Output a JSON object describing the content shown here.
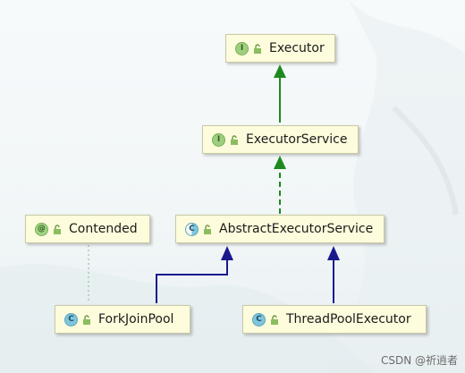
{
  "nodes": [
    {
      "id": "executor",
      "kind": "interface",
      "badge": "I",
      "label": "Executor"
    },
    {
      "id": "executor-service",
      "kind": "interface",
      "badge": "I",
      "label": "ExecutorService"
    },
    {
      "id": "contended",
      "kind": "annotation",
      "badge": "@",
      "label": "Contended"
    },
    {
      "id": "abstract-executor-service",
      "kind": "abstract-class",
      "badge": "C",
      "label": "AbstractExecutorService"
    },
    {
      "id": "fork-join-pool",
      "kind": "class",
      "badge": "C",
      "label": "ForkJoinPool"
    },
    {
      "id": "thread-pool-executor",
      "kind": "class",
      "badge": "C",
      "label": "ThreadPoolExecutor"
    }
  ],
  "edges": [
    {
      "from": "executor-service",
      "to": "executor",
      "type": "extends"
    },
    {
      "from": "abstract-executor-service",
      "to": "executor-service",
      "type": "implements"
    },
    {
      "from": "fork-join-pool",
      "to": "abstract-executor-service",
      "type": "extends"
    },
    {
      "from": "thread-pool-executor",
      "to": "abstract-executor-service",
      "type": "extends"
    },
    {
      "from": "fork-join-pool",
      "to": "contended",
      "type": "annotated-by"
    }
  ],
  "colors": {
    "node_fill": "#fdfcdc",
    "interface_arrow": "#1e8a1e",
    "class_arrow": "#1a1a8c",
    "annotation_link": "#8fb08f"
  },
  "watermark": "CSDN @祈逍者"
}
